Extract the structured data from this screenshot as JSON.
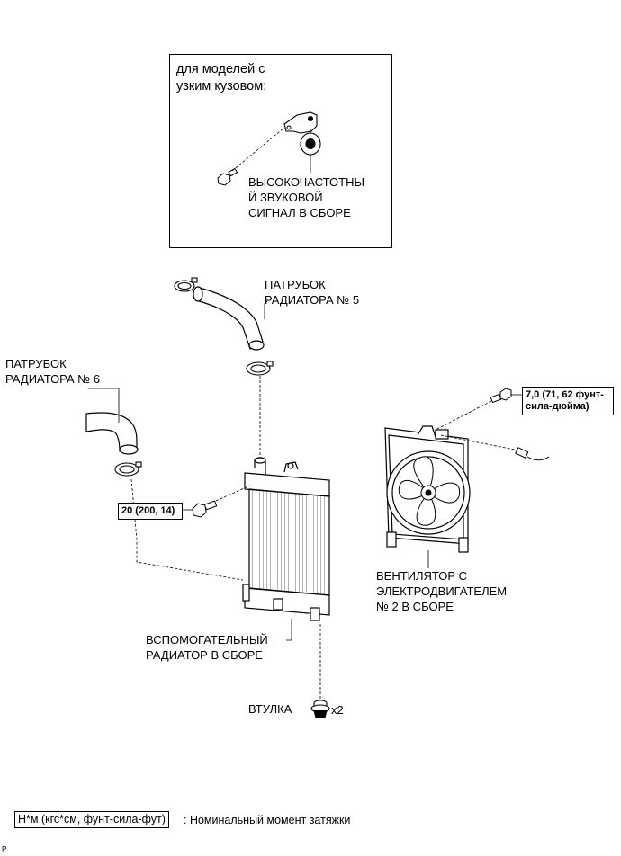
{
  "inset": {
    "title": "для моделей с\nузким кузовом:",
    "horn_label": "ВЫСОКОЧАСТОТНЫ\nЙ ЗВУКОВОЙ\nСИГНАЛ В СБОРЕ"
  },
  "labels": {
    "hose5": "ПАТРУБОК\nРАДИАТОРА № 5",
    "hose6": "ПАТРУБОК\nРАДИАТОРА № 6",
    "fan": "ВЕНТИЛЯТОР С\nЭЛЕКТРОДВИГАТЕЛЕМ\n№ 2 В СБОРЕ",
    "radiator": "ВСПОМОГАТЕЛЬНЫЙ\nРАДИАТОР В СБОРЕ",
    "bushing": "ВТУЛКА",
    "bushing_qty": "x2"
  },
  "torque": {
    "radiator_bolt": "20 (200, 14)",
    "fan_bolt": "7,0 (71, 62 фунт-\nсила-дюйма)"
  },
  "legend": {
    "box": "Н*м (кгс*см, фунт-сила-фут)",
    "text": ": Номинальный момент затяжки"
  },
  "figure_code": "P"
}
